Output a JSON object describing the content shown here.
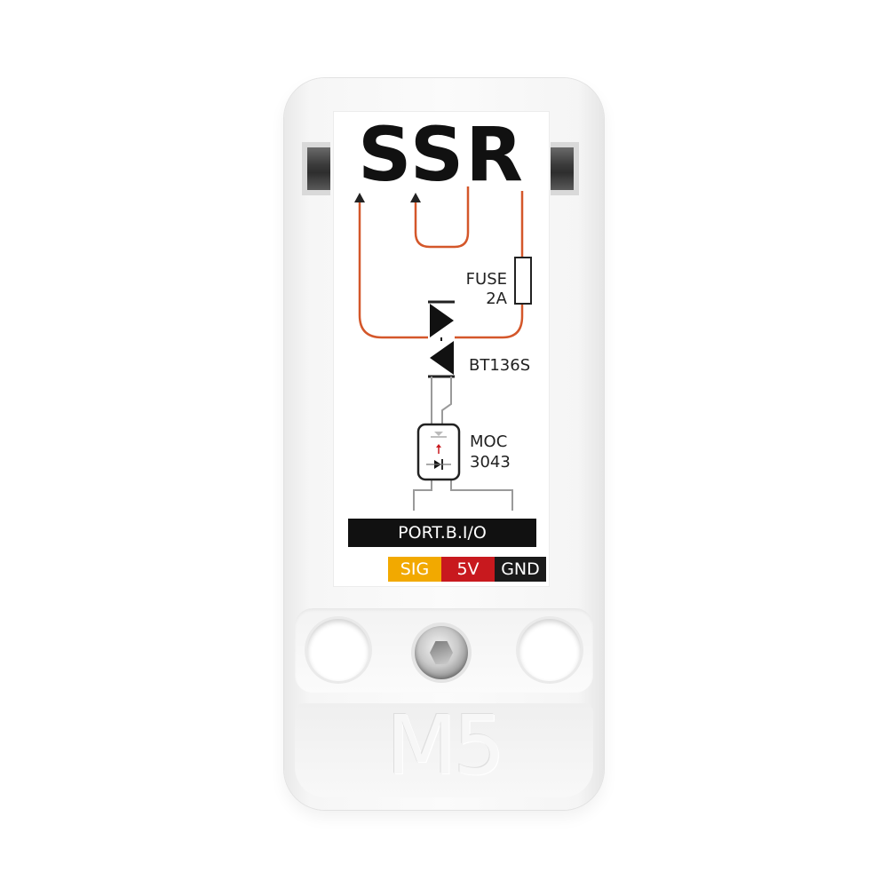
{
  "product": {
    "title": "SSR",
    "fuse_label": "FUSE",
    "fuse_rating": "2A",
    "triac_label": "BT136S",
    "optocoupler_label_line1": "MOC",
    "optocoupler_label_line2": "3043",
    "port_label": "PORT.B.I/O",
    "pins": [
      {
        "label": "SIG",
        "color": "#f2a900"
      },
      {
        "label": "5V",
        "color": "#c8191e"
      },
      {
        "label": "GND",
        "color": "#1a1a1a"
      }
    ],
    "logo": "M5"
  },
  "colors": {
    "trace": "#d4572a",
    "schematic_line": "#9a9a9a",
    "label_text": "#111111"
  }
}
